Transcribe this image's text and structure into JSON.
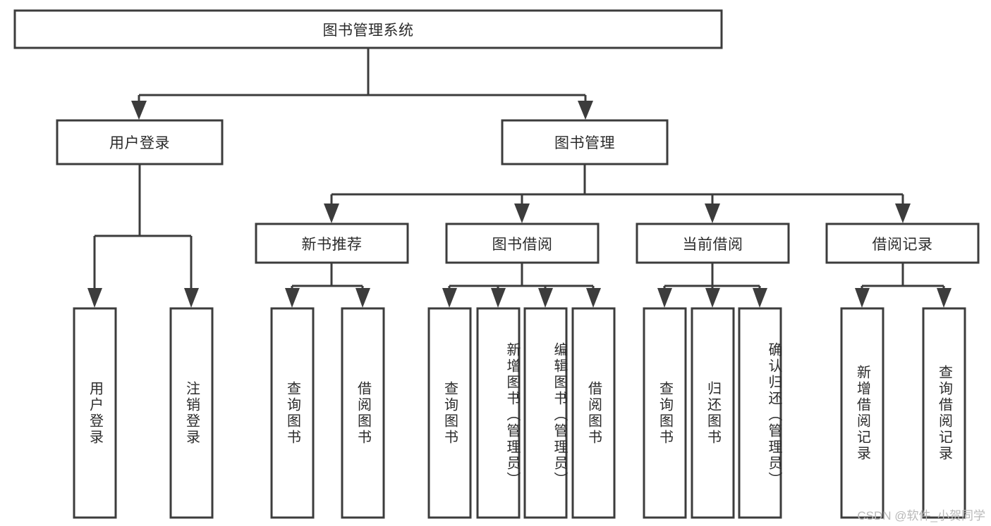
{
  "diagram": {
    "title": "图书管理系统",
    "watermark": "CSDN @软件_小贺同学",
    "colors": {
      "stroke": "#3c3c3c",
      "box_fill": "#ffffff",
      "text": "#2b2b2b",
      "background": "#ffffff",
      "watermark": "#b9b9b9"
    },
    "root": {
      "label": "图书管理系统"
    },
    "level1": [
      {
        "label": "用户登录"
      },
      {
        "label": "图书管理"
      }
    ],
    "level2": [
      {
        "label": "新书推荐"
      },
      {
        "label": "图书借阅"
      },
      {
        "label": "当前借阅"
      },
      {
        "label": "借阅记录"
      }
    ],
    "leaves": {
      "user_login": [
        {
          "label": "用户登录"
        },
        {
          "label": "注销登录"
        }
      ],
      "new_book": [
        {
          "label": "查询图书"
        },
        {
          "label": "借阅图书"
        }
      ],
      "book_borrow": [
        {
          "label": "查询图书"
        },
        {
          "label": "新增图书（管理员）"
        },
        {
          "label": "编辑图书（管理员）"
        },
        {
          "label": "借阅图书"
        }
      ],
      "current_borrow": [
        {
          "label": "查询图书"
        },
        {
          "label": "归还图书"
        },
        {
          "label": "确认归还（管理员）"
        }
      ],
      "borrow_record": [
        {
          "label": "新增借阅记录"
        },
        {
          "label": "查询借阅记录"
        }
      ]
    }
  }
}
